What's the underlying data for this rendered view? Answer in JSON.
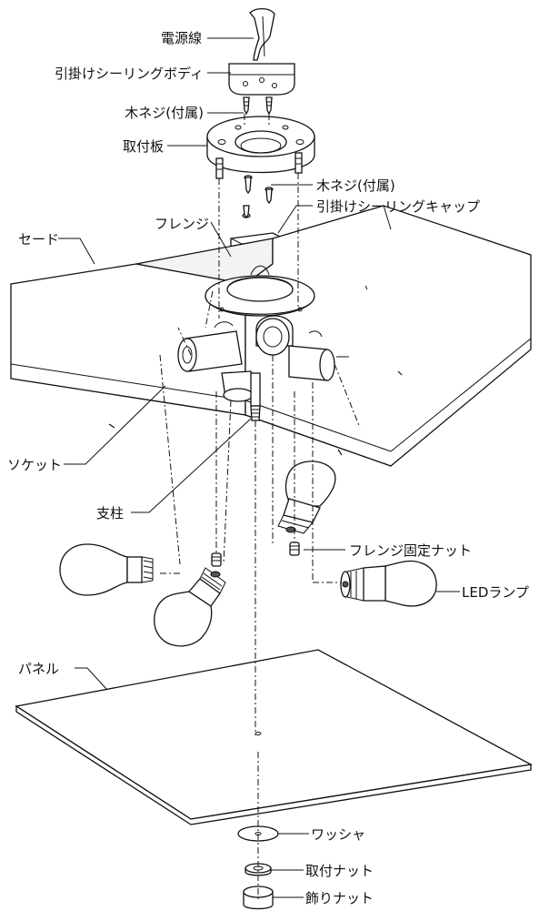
{
  "labels": {
    "power_cord": "電源線",
    "ceiling_body": "引掛けシーリングボディ",
    "wood_screw_top": "木ネジ(付属)",
    "mounting_plate": "取付板",
    "wood_screw_mid": "木ネジ(付属)",
    "ceiling_cap": "引掛けシーリングキャップ",
    "flange": "フレンジ",
    "shade": "セード",
    "socket": "ソケット",
    "post": "支柱",
    "flange_nut": "フレンジ固定ナット",
    "led_lamp": "LEDランプ",
    "panel": "パネル",
    "washer": "ワッシャ",
    "mount_nut": "取付ナット",
    "deco_nut": "飾りナット"
  }
}
